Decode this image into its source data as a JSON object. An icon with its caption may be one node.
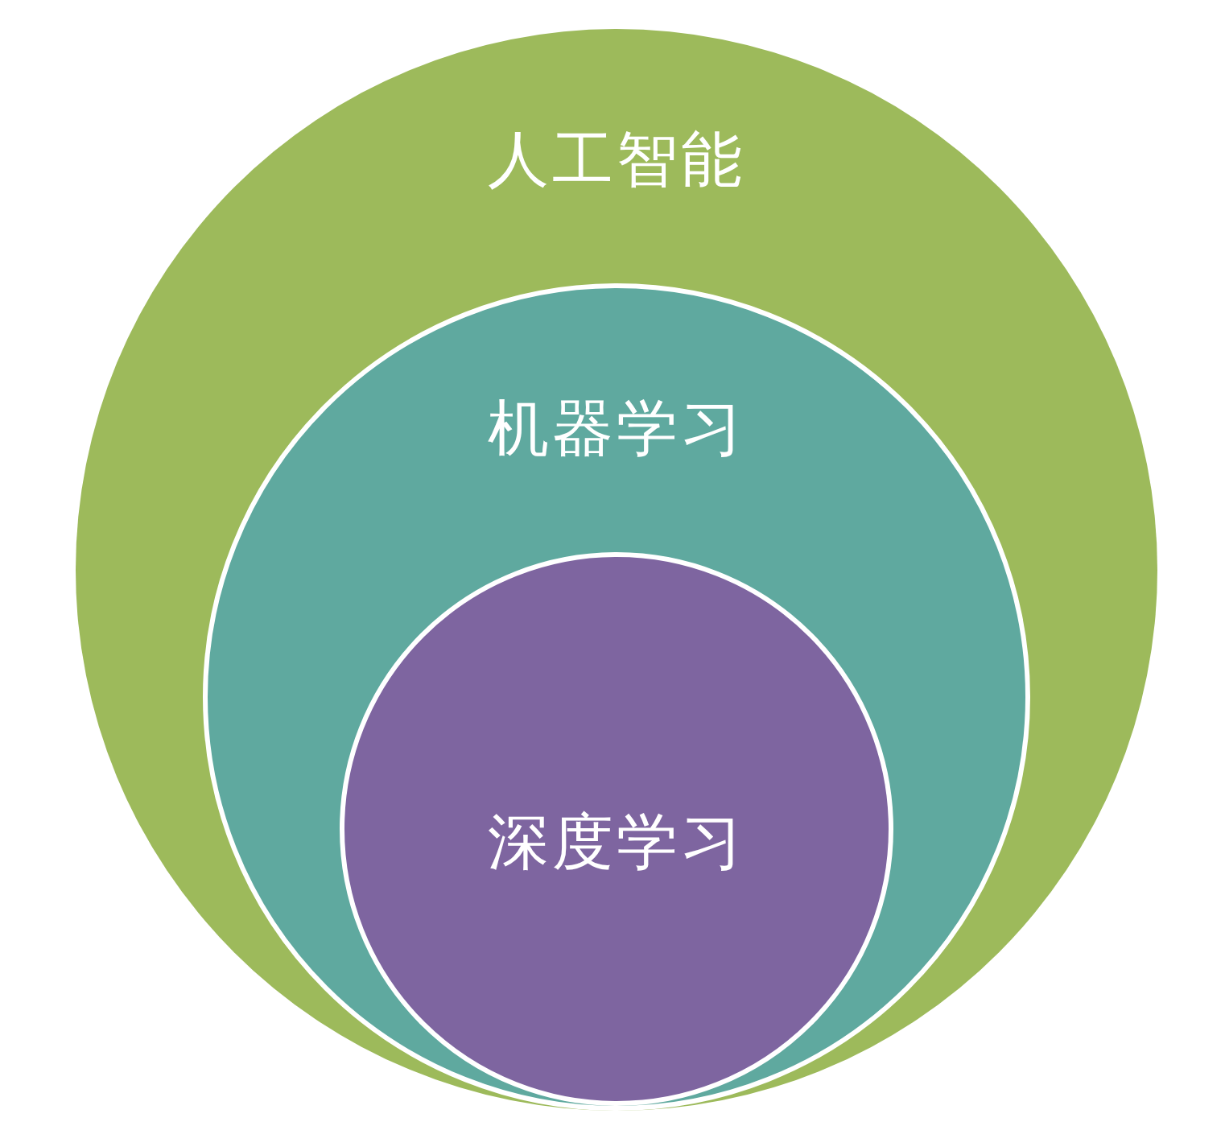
{
  "diagram": {
    "nodes": [
      {
        "text": [
          "人工智能"
        ]
      },
      {
        "text": [
          "机器学习"
        ],
        "in": 0
      },
      {
        "text": [
          "深度学习"
        ],
        "in": 1
      }
    ]
  }
}
